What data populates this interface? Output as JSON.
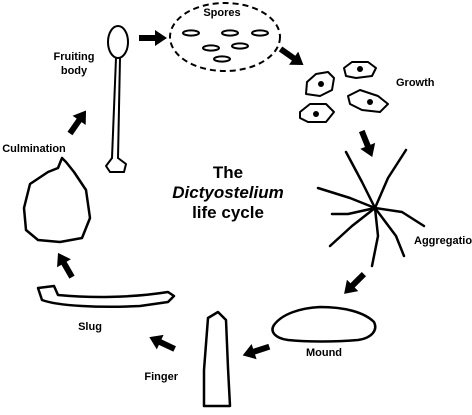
{
  "title": {
    "line1": "The",
    "line2": "Dictyostelium",
    "line3": "life cycle"
  },
  "stages": {
    "spores": "Spores",
    "growth": "Growth",
    "aggregation": "Aggregation",
    "mound": "Mound",
    "finger": "Finger",
    "slug": "Slug",
    "culmination": "Culmination",
    "fruiting_body_line1": "Fruiting",
    "fruiting_body_line2": "body"
  },
  "colors": {
    "ink": "#000000",
    "background": "#ffffff"
  }
}
